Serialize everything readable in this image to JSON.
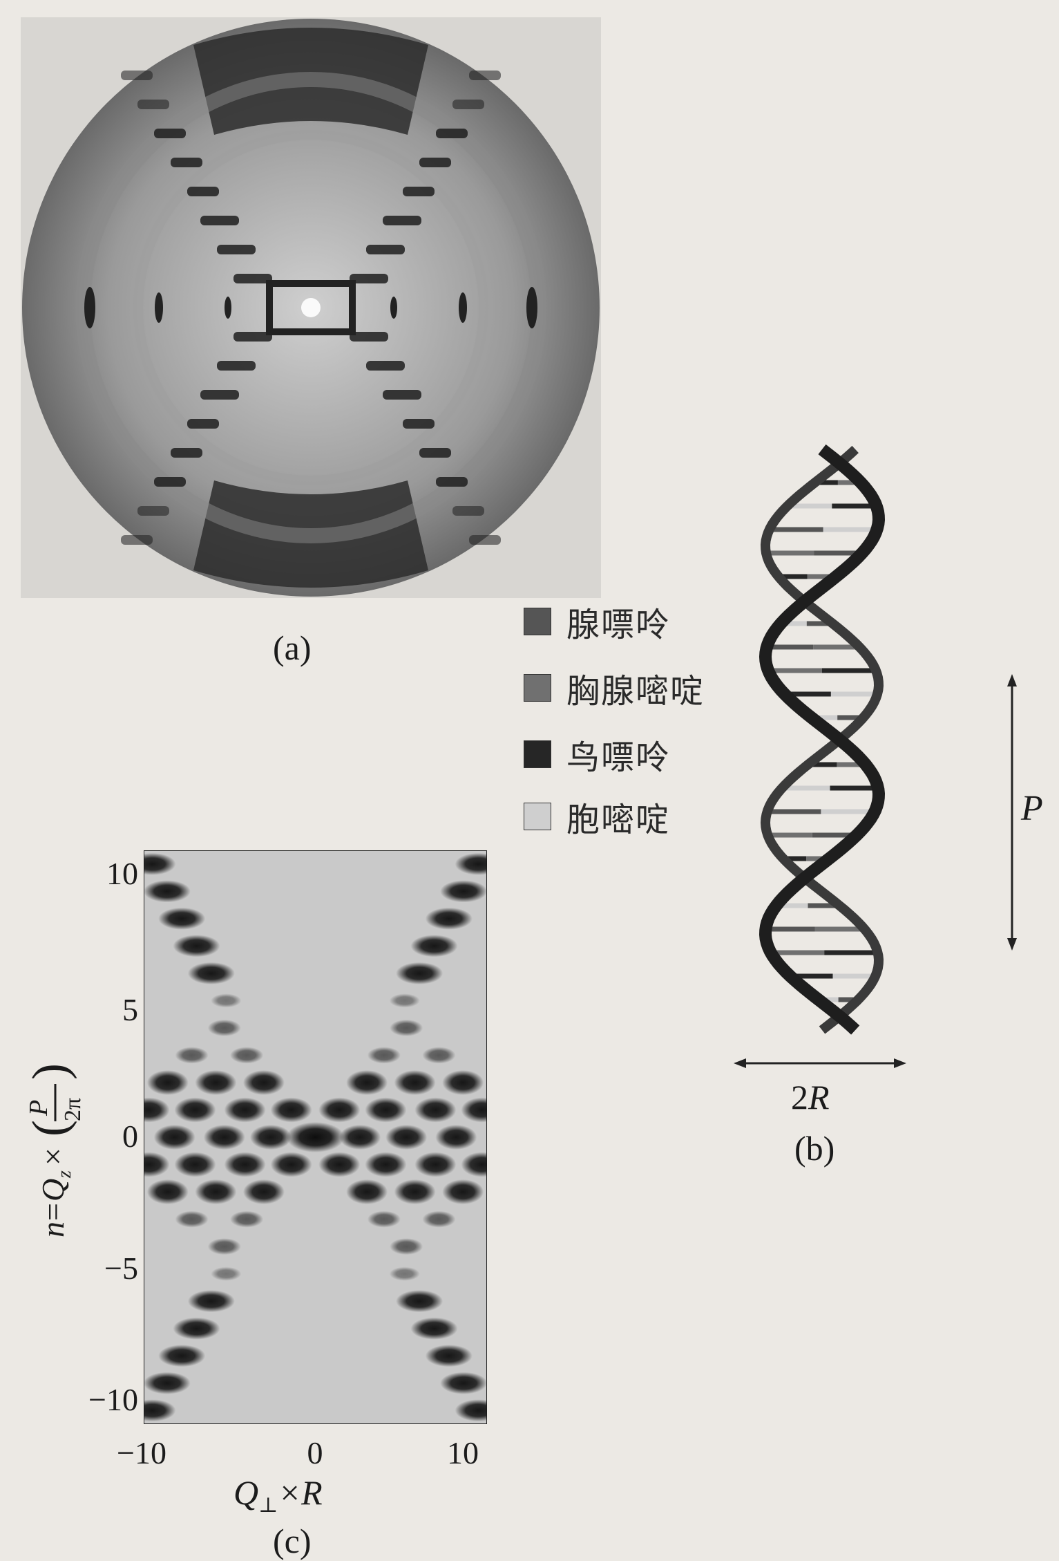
{
  "panels": {
    "a": {
      "caption": "(a)"
    },
    "b": {
      "caption": "(b)",
      "pitch_label": "P",
      "diameter_label": "2R"
    },
    "c": {
      "caption": "(c)"
    }
  },
  "legend": [
    {
      "label": "腺嘌呤",
      "color": "#555555"
    },
    {
      "label": "胸腺嘧啶",
      "color": "#707070"
    },
    {
      "label": "鸟嘌呤",
      "color": "#262626"
    },
    {
      "label": "胞嘧啶",
      "color": "#cfcfcf"
    }
  ],
  "chart_data": {
    "type": "heatmap",
    "xlabel": "Q⊥×R",
    "ylabel": "n=Qz×(P/2π)",
    "ylabel_parts": {
      "prefix": "n=Q",
      "sub": "z",
      "times": "×",
      "num": "P",
      "den": "2π"
    },
    "xlabel_parts": {
      "q": "Q",
      "sub": "⊥",
      "rest": "×R"
    },
    "x_ticks": [
      "−10",
      "0",
      "10"
    ],
    "y_ticks": [
      "10",
      "5",
      "0",
      "−5",
      "−10"
    ],
    "xlim": [
      -10,
      10
    ],
    "ylim": [
      -10.5,
      10.5
    ],
    "layer_lines": [
      -10,
      -9,
      -8,
      -7,
      -6,
      -5,
      -4,
      -3,
      -2,
      -1,
      0,
      1,
      2,
      3,
      4,
      5,
      6,
      7,
      8,
      9,
      10
    ],
    "grid": false
  }
}
